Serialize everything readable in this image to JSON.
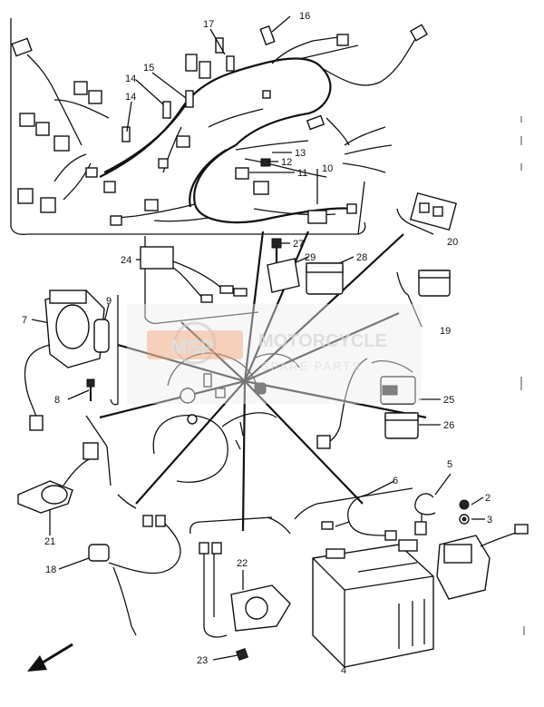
{
  "diagram": {
    "callouts": [
      "17",
      "16",
      "15",
      "14",
      "14",
      "13",
      "12",
      "11",
      "10",
      "20",
      "24",
      "27",
      "29",
      "28",
      "9",
      "7",
      "19",
      "8",
      "25",
      "26",
      "6",
      "5",
      "2",
      "3",
      "21",
      "18",
      "22",
      "23",
      "4"
    ],
    "watermark": {
      "line1": "MOTORCYCLE",
      "line2": "SPARE PARTS",
      "badge": "MSP"
    },
    "direction_arrow": "front-direction-arrow"
  }
}
